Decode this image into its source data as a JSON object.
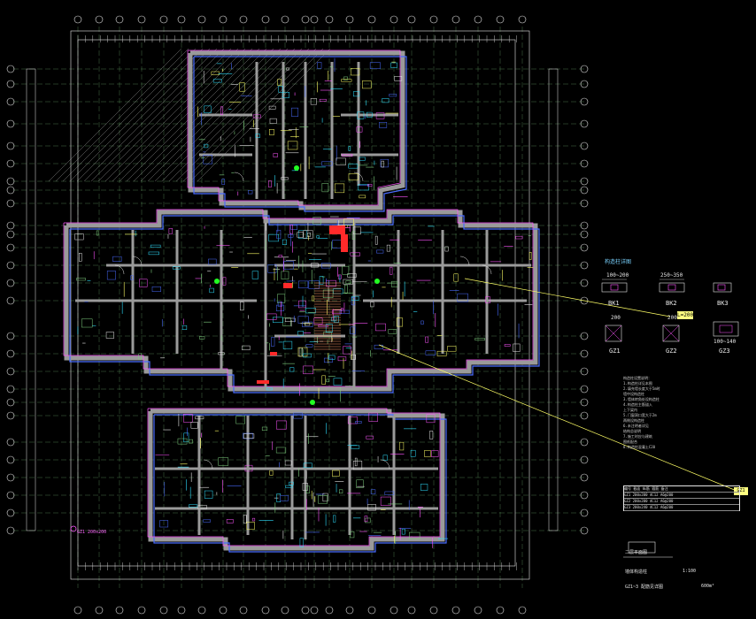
{
  "drawing": {
    "legend_title": "构造柱详图",
    "sections": [
      {
        "name": "BK1",
        "dim": "100~200"
      },
      {
        "name": "BK2",
        "dim": "250~350"
      },
      {
        "name": "BK3",
        "dim": ""
      },
      {
        "name": "GZ1",
        "dim": "200"
      },
      {
        "name": "GZ2",
        "dim": "200"
      },
      {
        "name": "GZ3",
        "dim": "100~140"
      }
    ],
    "badge": "L=200",
    "pin_label": "GZ1",
    "magenta_note": "GZ1 200x200",
    "colors": {
      "walls": "#9a9a9a",
      "grid": "#7fd07f",
      "blue": "#4a6cff",
      "cyan": "#2ee0ff",
      "yellow": "#ffff66",
      "magenta": "#ff55ff",
      "red": "#ff2a2a",
      "white": "#e6e6e6"
    },
    "notes": [
      "构造柱设置说明：",
      "1.构造柱详见本图",
      "2.填充墙长度大于5m时",
      "  墙中设构造柱",
      "3.墙体转角处设构造柱",
      "4.构造柱主筋锚入",
      "  上下梁内",
      "5.门窗洞口宽大于2m",
      "  两侧设构造柱",
      "6.未注明者详见",
      "  结构总说明",
      "7.施工时应与建筑",
      "  图纸配合",
      "8.构造柱混凝土C20"
    ],
    "table_rows": [
      "编号  截面  纵筋  箍筋  备注",
      "GZ1  200x200  4C12  A6@200",
      "GZ2  200x200  4C12  A6@200",
      "GZ3  200x240  4C12  A6@200"
    ],
    "footer": {
      "line1": "二层平面图",
      "line2": "墙体构造柱",
      "line3": "GZ1~3  配筋见详图",
      "scale": "1:100",
      "area": "600m²"
    }
  }
}
